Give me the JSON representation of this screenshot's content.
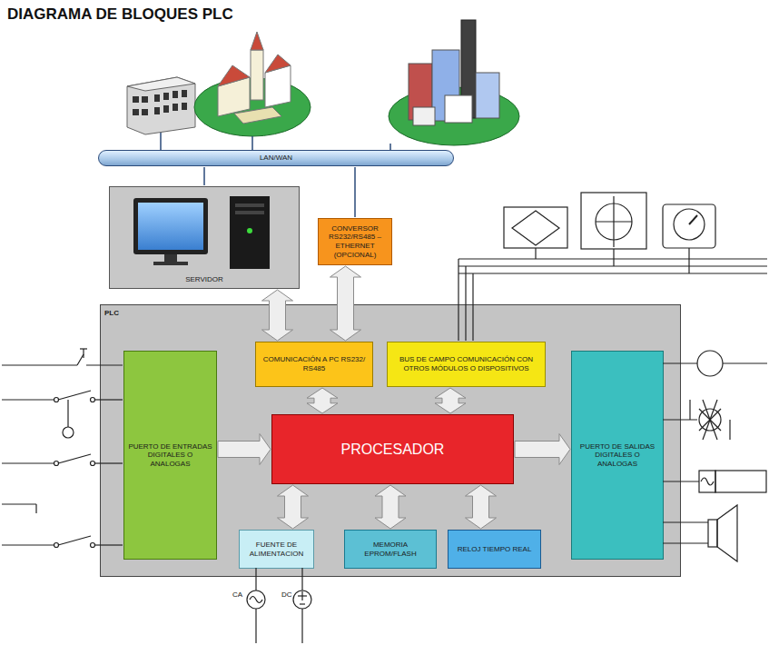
{
  "diagram": {
    "title": "DIAGRAMA DE BLOQUES PLC",
    "nodes": [
      {
        "text": [
          "LAN/WAN"
        ]
      },
      {
        "text": [
          "SERVIDOR"
        ]
      },
      {
        "text": [
          "CONVERSOR RS232/RS485 – ETHERNET (OPCIONAL)"
        ]
      },
      {
        "text": [
          "PLC"
        ]
      },
      {
        "text": [
          "COMUNICACIÓN A PC RS232/ RS485"
        ],
        "in": 3
      },
      {
        "text": [
          "BUS DE CAMPO COMUNICACIÓN CON OTROS MÓDULOS O DISPOSITIVOS"
        ],
        "in": 3
      },
      {
        "text": [
          "PUERTO DE ENTRADAS DIGITALES O ANALOGAS"
        ],
        "in": 3
      },
      {
        "text": [
          "PROCESADOR"
        ],
        "in": 3
      },
      {
        "text": [
          "PUERTO DE SALIDAS DIGITALES O ANALOGAS"
        ],
        "in": 3
      },
      {
        "text": [
          "FUENTE DE ALIMENTACION"
        ],
        "in": 3
      },
      {
        "text": [
          "MEMORIA EPROM/FLASH"
        ],
        "in": 3
      },
      {
        "text": [
          "RELOJ TIEMPO REAL"
        ],
        "in": 3
      }
    ],
    "edges": [
      {
        "from": 1,
        "to": 0,
        "arrow": "none"
      },
      {
        "from": 2,
        "to": 0,
        "arrow": "none"
      },
      {
        "from": 1,
        "to": 4,
        "arrow": "both"
      },
      {
        "from": 2,
        "to": 4,
        "arrow": "both"
      },
      {
        "from": 4,
        "to": 7,
        "arrow": "both"
      },
      {
        "from": 5,
        "to": 7,
        "arrow": "both"
      },
      {
        "from": 6,
        "to": 7,
        "arrow": "to"
      },
      {
        "from": 7,
        "to": 8,
        "arrow": "to"
      },
      {
        "from": 9,
        "to": 7,
        "arrow": "both"
      },
      {
        "from": 10,
        "to": 7,
        "arrow": "both"
      },
      {
        "from": 11,
        "to": 7,
        "arrow": "both"
      }
    ],
    "labels": [
      "CA",
      "DC"
    ]
  }
}
